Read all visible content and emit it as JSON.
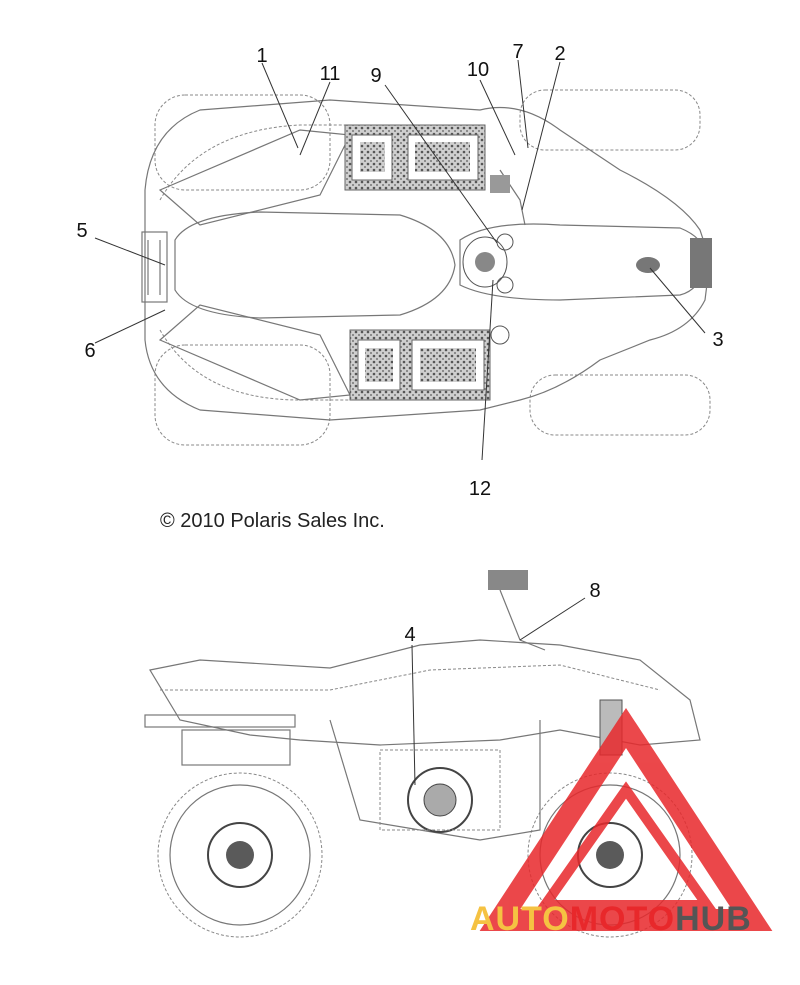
{
  "copyright": "© 2010 Polaris Sales Inc.",
  "callouts": {
    "c1": "1",
    "c2": "2",
    "c3": "3",
    "c4": "4",
    "c5": "5",
    "c6": "6",
    "c7": "7",
    "c8": "8",
    "c9": "9",
    "c10": "10",
    "c11": "11",
    "c12": "12"
  },
  "watermark": {
    "part1": "AUTO",
    "part2": "MOTO",
    "part3": "HUB",
    "color_part1": "#f5c242",
    "color_part2": "#e8282b",
    "color_part3": "#555555",
    "triangle_color": "#e8282b"
  }
}
